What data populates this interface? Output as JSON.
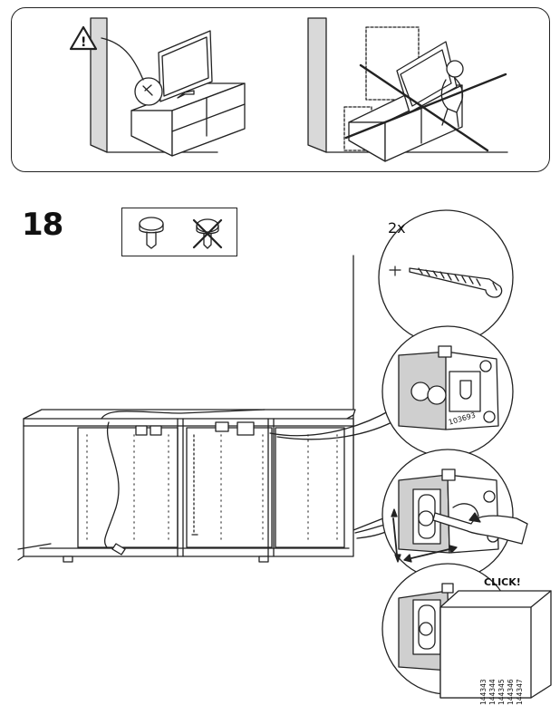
{
  "step": {
    "number": "18"
  },
  "screw": {
    "quantity": "2x"
  },
  "annotations": {
    "click": "CLICK!",
    "stamp": "103693"
  },
  "part_numbers": [
    "144343",
    "144344",
    "144345",
    "144346",
    "144347"
  ],
  "icons": {
    "warning": "warning-triangle-icon",
    "allowed": "wall-plug-icon",
    "not_allowed": "crossed-out-wall-plug-icon"
  }
}
